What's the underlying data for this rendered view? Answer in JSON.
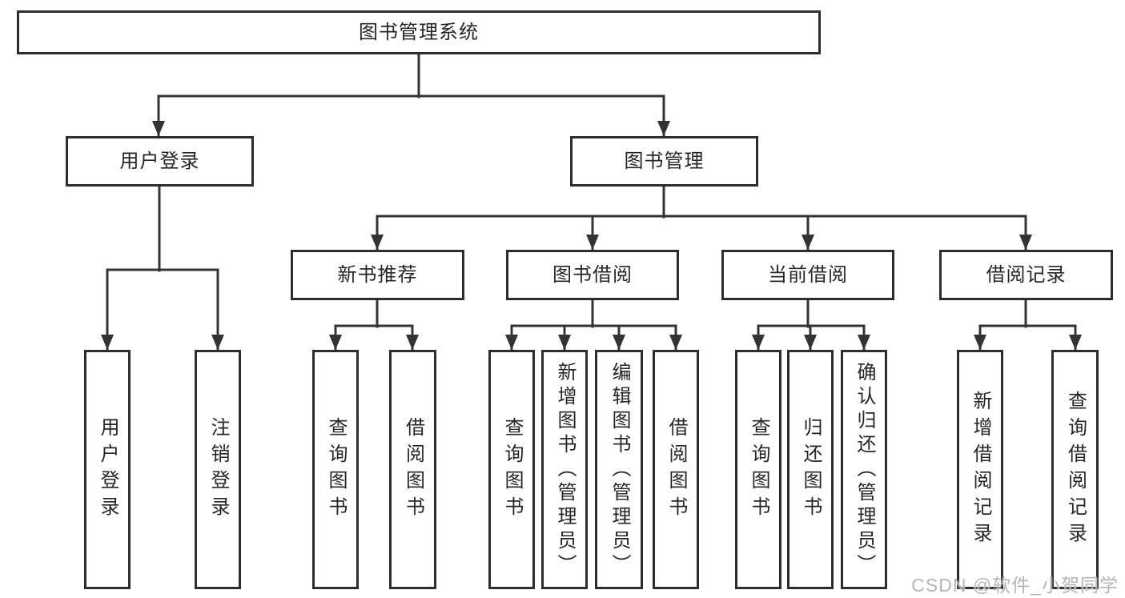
{
  "title": "图书管理系统",
  "level2": {
    "user": "用户登录",
    "mgmt": "图书管理"
  },
  "level3": {
    "recommend": "新书推荐",
    "borrow": "图书借阅",
    "current": "当前借阅",
    "records": "借阅记录"
  },
  "leaves": {
    "user_login": "用户登录",
    "user_logout": "注销登录",
    "rec_query_book": "查询图书",
    "rec_borrow_book": "借阅图书",
    "bor_query_book": "查询图书",
    "bor_add_book": "新增图书（管理员）",
    "bor_edit_book": "编辑图书（管理员）",
    "bor_borrow_book": "借阅图书",
    "cur_query_book": "查询图书",
    "cur_return_book": "归还图书",
    "cur_confirm_return": "确认归还（管理员）",
    "records_add": "新增借阅记录",
    "records_query": "查询借阅记录"
  },
  "watermark": "CSDN @软件_小贺同学",
  "colors": {
    "line": "#333333",
    "border": "#2d2d2d",
    "text": "#262626",
    "watermark": "#b5b5b5",
    "background": "#ffffff"
  }
}
